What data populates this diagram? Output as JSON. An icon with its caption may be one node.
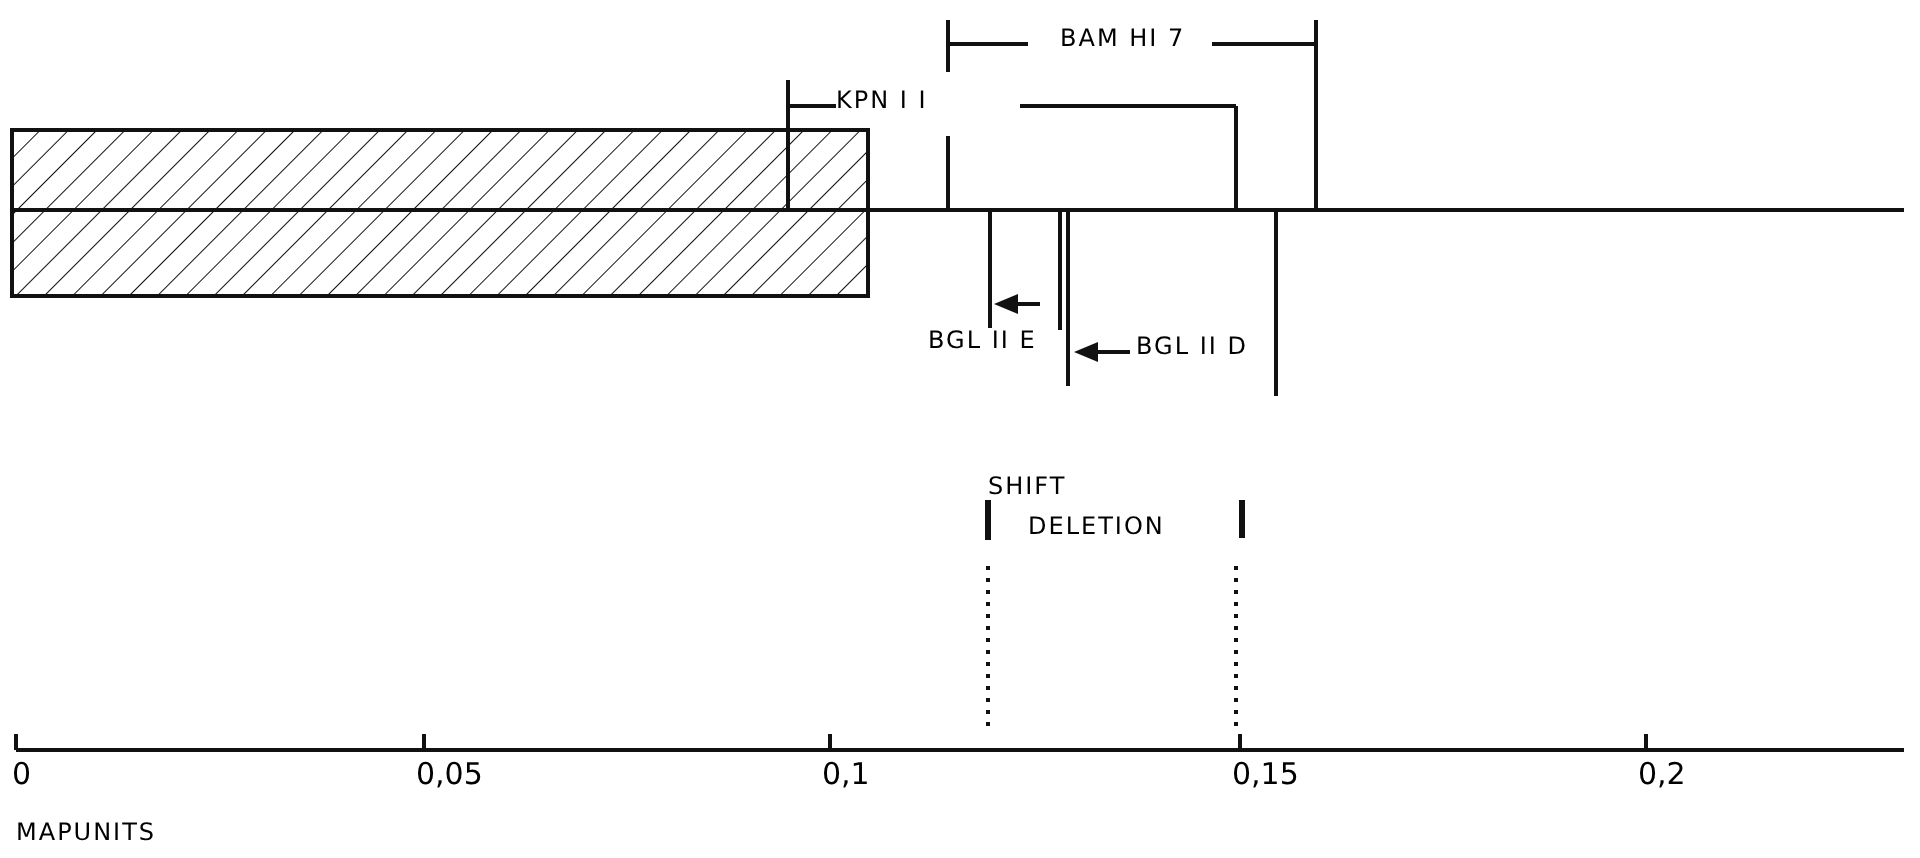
{
  "diagram": {
    "labels": [
      "BAM HI 7",
      "KPN I I",
      "BGL II E",
      "BGL II D",
      "SHIFT",
      "DELETION",
      "0",
      "0,05",
      "0,1",
      "0,15",
      "0,2",
      "MAPUNITS"
    ]
  }
}
